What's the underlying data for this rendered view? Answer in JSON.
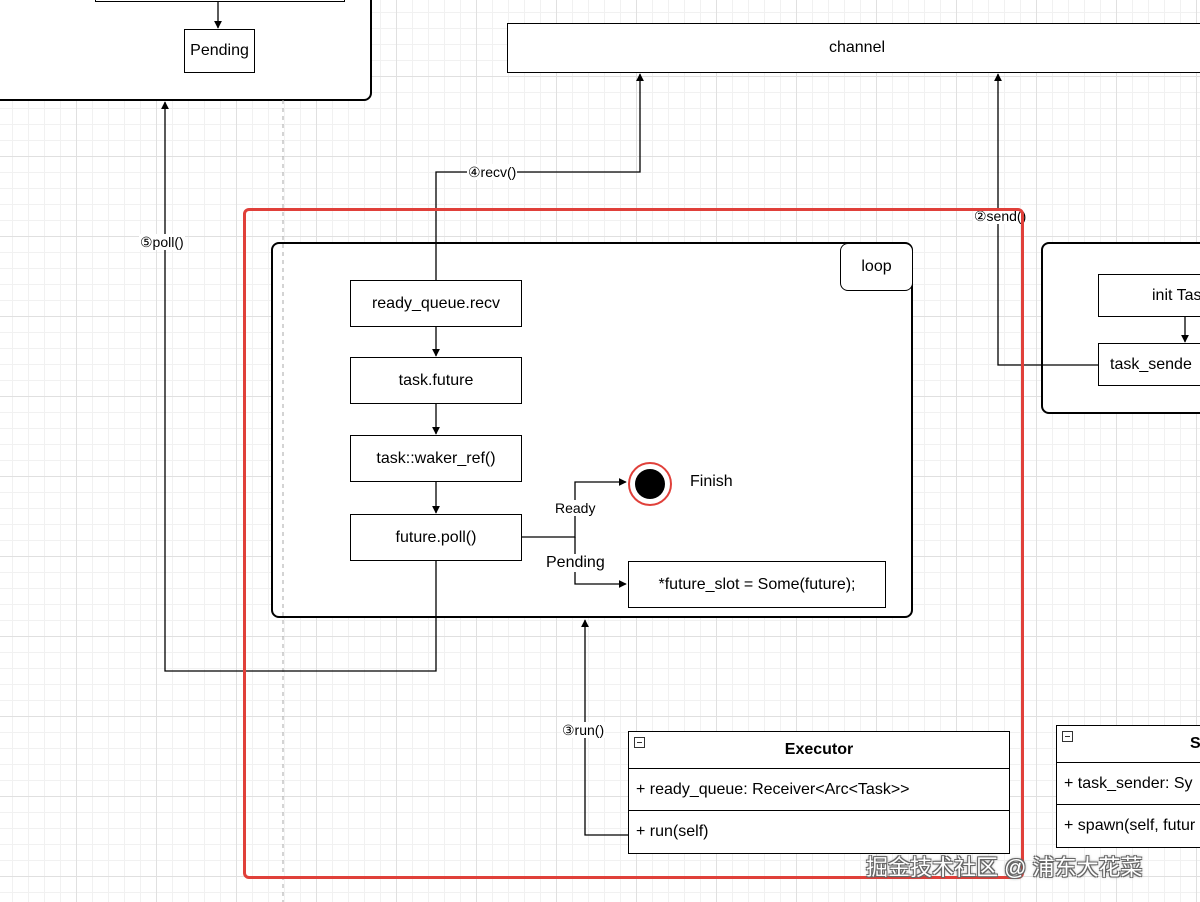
{
  "nodes": {
    "pending": "Pending",
    "channel": "channel",
    "loop": "loop",
    "ready_queue_recv": "ready_queue.recv",
    "task_future": "task.future",
    "waker_ref": "task::waker_ref()",
    "future_poll": "future.poll()",
    "finish": "Finish",
    "future_slot": "*future_slot = Some(future);",
    "init_task": "init Tas",
    "task_sender": "task_sende"
  },
  "edges": {
    "recv": "④recv()",
    "send": "②send()",
    "poll": "⑤poll()",
    "ready": "Ready",
    "pending": "Pending",
    "run": "③run()"
  },
  "executor": {
    "title": "Executor",
    "field": "+ ready_queue: Receiver<Arc<Task>>",
    "method": "+ run(self)"
  },
  "spawner": {
    "title": "S",
    "field": "+ task_sender: Sy",
    "method": "+ spawn(self, futur"
  },
  "watermark": "掘金技术社区 @ 浦东大花菜",
  "colors": {
    "highlight": "#e0403a",
    "finish_ring": "#e0403a",
    "grid": "#e0e0e0"
  }
}
